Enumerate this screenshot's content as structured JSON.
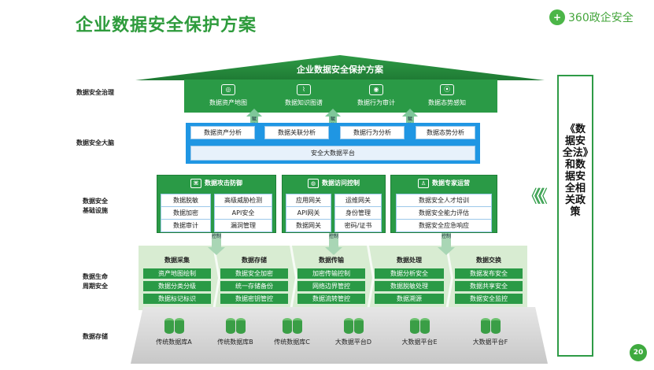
{
  "page_title": "企业数据安全保护方案",
  "brand": {
    "logo_char": "+",
    "name": "360政企安全"
  },
  "roof_title": "企业数据安全保护方案",
  "row_labels": {
    "governance": "数据安全治理",
    "brain": "数据安全大脑",
    "infra_1": "数据安全",
    "infra_2": "基础设施",
    "lifecycle_1": "数据生命",
    "lifecycle_2": "周期安全",
    "storage": "数据存储"
  },
  "governance_items": [
    {
      "icon": "map",
      "label": "数据资产地图"
    },
    {
      "icon": "chart",
      "label": "数据知识图谱"
    },
    {
      "icon": "audit",
      "label": "数据行为审计"
    },
    {
      "icon": "sense",
      "label": "数据态势感知"
    }
  ],
  "brain_items": [
    "数据资产分析",
    "数据关联分析",
    "数据行为分析",
    "数据态势分析"
  ],
  "brain_platform": "安全大数据平台",
  "empower_label": "赋能",
  "infra": {
    "attack": {
      "title": "数据攻击防御",
      "items": [
        "数据脱敏",
        "高级威胁检测",
        "数据加密",
        "API安全",
        "数据审计",
        "漏洞管理"
      ]
    },
    "access": {
      "title": "数据访问控制",
      "items": [
        "应用网关",
        "运维网关",
        "API网关",
        "身份管理",
        "数据网关",
        "密码/证书"
      ]
    },
    "expert": {
      "title": "数据专家运营",
      "items": [
        "数据安全人才培训",
        "数据安全能力评估",
        "数据安全应急响应"
      ]
    }
  },
  "control_label": "控制",
  "lifecycle": [
    {
      "title": "数据采集",
      "items": [
        "资产地图绘制",
        "数据分类分级",
        "数据标记标识"
      ]
    },
    {
      "title": "数据存储",
      "items": [
        "数据安全加密",
        "统一存储备份",
        "数据密钥管控"
      ]
    },
    {
      "title": "数据传输",
      "items": [
        "加密传输控制",
        "网络边界管控",
        "数据流转管控"
      ]
    },
    {
      "title": "数据处理",
      "items": [
        "数据分析安全",
        "数据脱敏处理",
        "数据溯源"
      ]
    },
    {
      "title": "数据交换",
      "items": [
        "数据发布安全",
        "数据共享安全",
        "数据安全监控"
      ]
    }
  ],
  "storage_items": [
    "传统数据库A",
    "传统数据库B",
    "传统数据库C",
    "大数据平台D",
    "大数据平台E",
    "大数据平台F"
  ],
  "side_policy": "《数据安全法》和数据安全相关政策",
  "chevrons": "《《《",
  "page_number": "20",
  "colors": {
    "green": "#2a9a46",
    "blue": "#1f96e3",
    "light_green": "#d8ecd2",
    "title_green": "#2e9b3c"
  }
}
